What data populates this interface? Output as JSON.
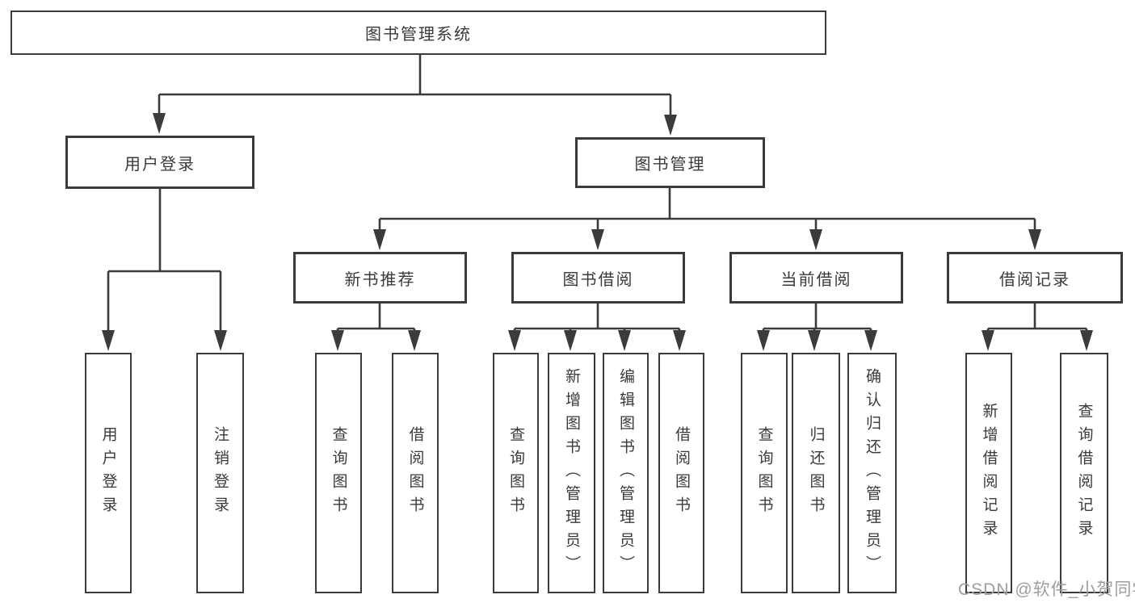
{
  "diagram": {
    "type": "tree",
    "root": {
      "label": "图书管理系统",
      "children": [
        {
          "label": "用户登录",
          "children": [
            {
              "label": "用户登录"
            },
            {
              "label": "注销登录"
            }
          ]
        },
        {
          "label": "图书管理",
          "children": [
            {
              "label": "新书推荐",
              "children": [
                {
                  "label": "查询图书"
                },
                {
                  "label": "借阅图书"
                }
              ]
            },
            {
              "label": "图书借阅",
              "children": [
                {
                  "label": "查询图书"
                },
                {
                  "label": "新增图书（管理员）"
                },
                {
                  "label": "编辑图书（管理员）"
                },
                {
                  "label": "借阅图书"
                }
              ]
            },
            {
              "label": "当前借阅",
              "children": [
                {
                  "label": "查询图书"
                },
                {
                  "label": "归还图书"
                },
                {
                  "label": "确认归还（管理员）"
                }
              ]
            },
            {
              "label": "借阅记录",
              "children": [
                {
                  "label": "新增借阅记录"
                },
                {
                  "label": "查询借阅记录"
                }
              ]
            }
          ]
        }
      ]
    }
  },
  "watermark": {
    "text": "CSDN @软件_小贺同学"
  },
  "colors": {
    "line": "#3b3b3b",
    "text": "#3a3a3a",
    "background": "#ffffff",
    "watermark": "#9e9e9e"
  }
}
